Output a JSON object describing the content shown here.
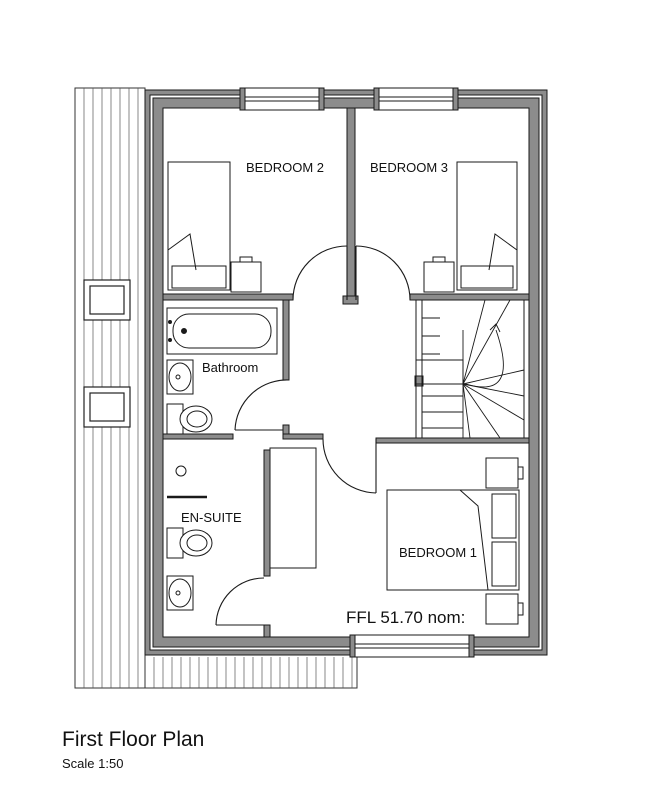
{
  "rooms": {
    "bedroom2": "BEDROOM 2",
    "bedroom3": "BEDROOM 3",
    "bathroom": "Bathroom",
    "ensuite": "EN-SUITE",
    "bedroom1": "BEDROOM 1"
  },
  "ffl": "FFL 51.70 nom:",
  "title": "First Floor Plan",
  "scale": "Scale 1:50",
  "colors": {
    "wall": "#8c8c8c",
    "line": "#1a1a1a",
    "background": "#ffffff"
  }
}
